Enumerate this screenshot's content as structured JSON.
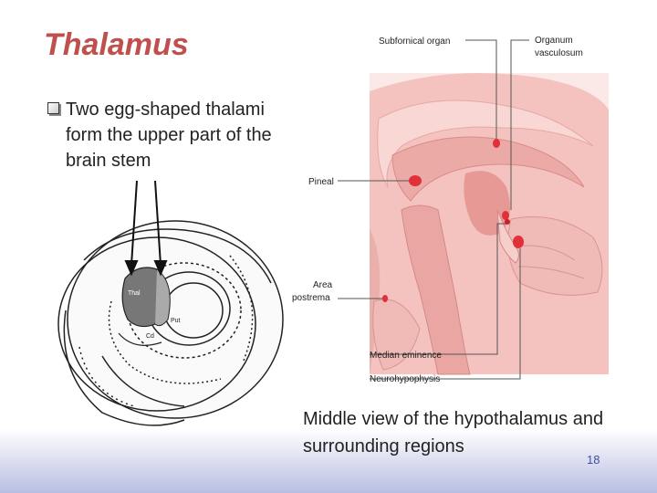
{
  "slide": {
    "title": "Thalamus",
    "bullet": "Two egg-shaped thalami form the upper part of the brain stem",
    "caption": "Middle view of the hypothalamus and surrounding regions",
    "page_number": "18"
  },
  "left_figure": {
    "labels": {
      "thal": "Thal",
      "put": "Put",
      "cd": "Cd"
    }
  },
  "right_figure": {
    "labels": {
      "subfornical": "Subfornical organ",
      "organum_line1": "Organum",
      "organum_line2": "vasculosum",
      "pineal": "Pineal",
      "area_line1": "Area",
      "area_line2": "postrema",
      "median": "Median eminence",
      "neuro": "Neurohypophysis"
    }
  },
  "colors": {
    "title": "#c0504d",
    "brain_pink": "#f2b8b5",
    "organ_red": "#e0303a"
  }
}
